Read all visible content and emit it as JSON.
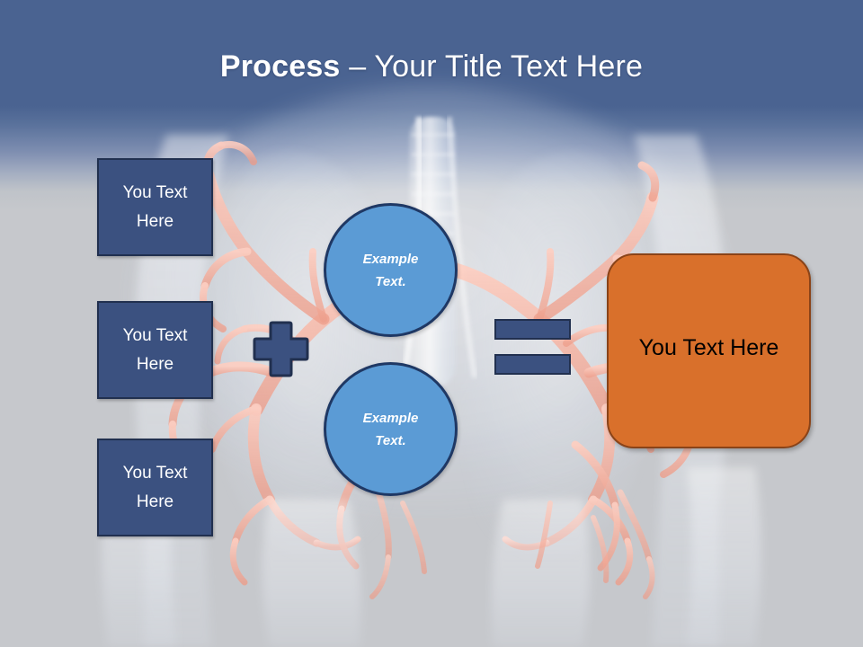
{
  "slide": {
    "title_strong": "Process",
    "title_rest": " – Your Title Text Here",
    "background_description": "medical x-ray style torso with bronchial tree",
    "colors": {
      "header_top": "#4a6391",
      "body_background": "#c6c8cc",
      "navy_fill": "#3b5180",
      "navy_border": "#21304f",
      "circle_fill": "#5b9bd5",
      "circle_border": "#1f3864",
      "orange_fill": "#d9702b",
      "orange_border": "#8a4318",
      "bronchi": "#f2a392",
      "title_text": "#ffffff"
    }
  },
  "inputs": [
    {
      "line1": "You Text",
      "line2": "Here"
    },
    {
      "line1": "You Text",
      "line2": "Here"
    },
    {
      "line1": "You Text",
      "line2": "Here"
    }
  ],
  "circles": [
    {
      "line1": "Example",
      "line2": "Text."
    },
    {
      "line1": "Example",
      "line2": "Text."
    }
  ],
  "operators": {
    "plus": "+",
    "equals": "="
  },
  "result": {
    "label": "You Text Here"
  }
}
